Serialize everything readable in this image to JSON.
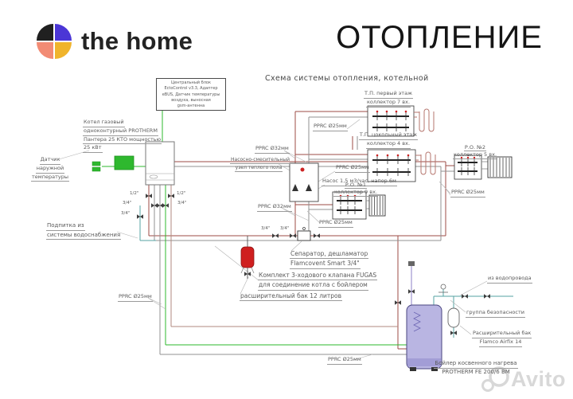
{
  "header": {
    "brand": "the home",
    "title": "ОТОПЛЕНИЕ"
  },
  "colors": {
    "logo_black": "#202020",
    "logo_purple": "#4b36d6",
    "logo_salmon": "#f28b74",
    "logo_yellow": "#f0b42c",
    "supply": "#9e4b45",
    "ret": "#909090",
    "cold": "#55a3a3",
    "cable": "#2eb82e",
    "brown": "#b08a7f",
    "purple": "#8d7fc7",
    "tank_red": "#cf1f1f",
    "boiler_body": "#b9b5e2",
    "watermark": "#d8d8d8"
  },
  "diagram": {
    "title": "Схема системы отопления, котельной",
    "central_block": [
      "Центральный блок",
      "EctoControl v3.3, Адаптер",
      "eBUS, Датчик температуры",
      "воздуха, выносная",
      "gsm-антенна"
    ],
    "labels": {
      "kotel": [
        "Котел газовый",
        "одноконтурный PROTHERM",
        "Пантера 25 КТО мощностью",
        "25 кВт"
      ],
      "outdoor_sensor": [
        "Датчик",
        "наружной",
        "температуры"
      ],
      "podpitka": [
        "Подпитка из",
        "системы водоснабжения"
      ],
      "mixer": [
        "Насосно-смесительный",
        "узел теплого пола"
      ],
      "pump": "Насос 1,5 м3/час, напор 6м",
      "ro1": [
        "Р.О. №1",
        "коллектор 9 вх."
      ],
      "tp1": [
        "Т.П. первый этаж",
        "коллектор 7 вх."
      ],
      "tp0": [
        "Т.П. цокольный этаж",
        "коллектор 4 вх."
      ],
      "ro2": [
        "Р.О. №2",
        "коллектор 5 вх."
      ],
      "separator": [
        "Сепаратор, дешламатор",
        "Flamcovent Smart 3/4\""
      ],
      "fugas": [
        "Комплект 3-ходового клапана FUGAS",
        "для соединение котла с бойлером"
      ],
      "exp_tank_12": "расширительный бак 12 литров",
      "vodoprovod": "из водопровода",
      "safety_group": "группа безопасности",
      "flamco": [
        "Расширительный бак",
        "Flamco Airfix 14"
      ],
      "dhw_boiler": [
        "Бойлер косвенного нагрева",
        "PROTHERM  FE 200/6 BM"
      ],
      "pprc32": "PPRC Ø32мм",
      "pprc25": "PPRC Ø25мм",
      "size_half": "1/2\"",
      "size_34": "3/4\""
    }
  },
  "watermark": {
    "text": "Avito"
  }
}
